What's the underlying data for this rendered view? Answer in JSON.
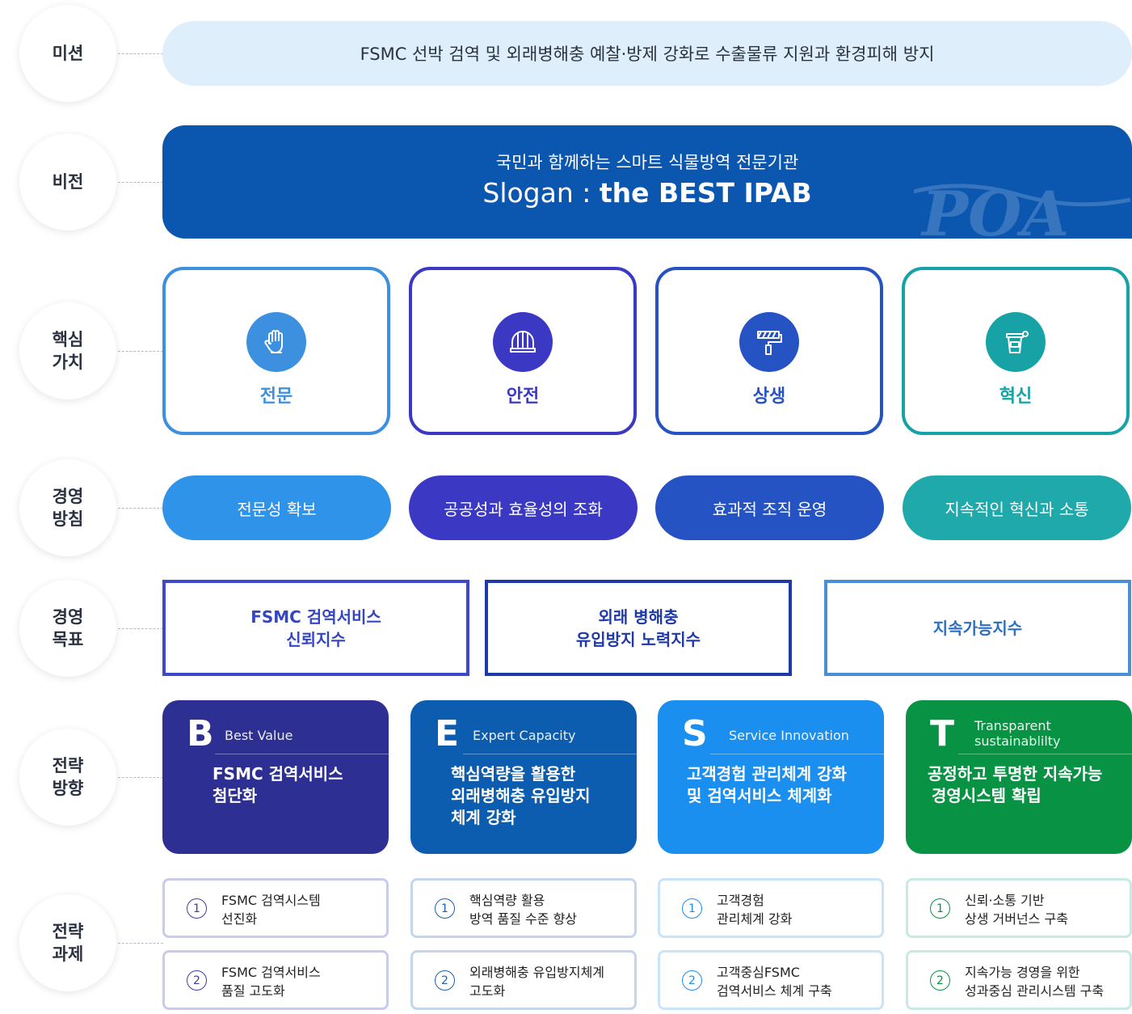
{
  "rows": {
    "mission": [
      "미션"
    ],
    "vision": [
      "비전"
    ],
    "values": [
      "핵심",
      "가치"
    ],
    "policies": [
      "경영",
      "방침"
    ],
    "goals": [
      "경영",
      "목표"
    ],
    "strategy": [
      "전략",
      "방향"
    ],
    "tasks": [
      "전략",
      "과제"
    ]
  },
  "mission_text": "FSMC 선박 검역 및 외래병해충 예찰·방제 강화로 수출물류 지원과 환경피해 방지",
  "vision": {
    "line1": "국민과 함께하는 스마트 식물방역 전문기관",
    "slogan_prefix": "Slogan :",
    "slogan_main": "the BEST IPAB",
    "watermark": "POA"
  },
  "values": [
    {
      "label": "전문",
      "icon": "gloves-icon",
      "color": "#3d8fe0"
    },
    {
      "label": "안전",
      "icon": "helmet-icon",
      "color": "#3b38c4"
    },
    {
      "label": "상생",
      "icon": "paint-roller-icon",
      "color": "#2553c4"
    },
    {
      "label": "혁신",
      "icon": "bucket-icon",
      "color": "#17a3a5"
    }
  ],
  "policies": [
    {
      "label": "전문성 확보",
      "color": "#3093ea"
    },
    {
      "label": "공공성과 효율성의 조화",
      "color": "#3b38c4"
    },
    {
      "label": "효과적 조직 운영",
      "color": "#2553c4"
    },
    {
      "label": "지속적인 혁신과 소통",
      "color": "#1fa9aa"
    }
  ],
  "goals": [
    {
      "lines": [
        "FSMC 검역서비스",
        "신뢰지수"
      ],
      "color": "#3f48cc",
      "text": "#3546c2"
    },
    {
      "lines": [
        "외래 병해충",
        "유입방지 노력지수"
      ],
      "color": "#1f3aa8",
      "text": "#1f3aa8"
    },
    {
      "lines": [
        "지속가능지수"
      ],
      "color": "#4b8ed6",
      "text": "#2f6fbf"
    }
  ],
  "strategy": [
    {
      "letter": "B",
      "en": [
        "Best Value"
      ],
      "desc": [
        "FSMC 검역서비스",
        "첨단화"
      ],
      "color": "#2d3092"
    },
    {
      "letter": "E",
      "en": [
        "Expert Capacity"
      ],
      "desc": [
        "핵심역량을 활용한",
        "외래병해충 유입방지",
        "체계 강화"
      ],
      "color": "#0c5cb0"
    },
    {
      "letter": "S",
      "en": [
        "Service Innovation"
      ],
      "desc": [
        "고객경험 관리체계 강화",
        "및 검역서비스 체계화"
      ],
      "color": "#1b8ff0"
    },
    {
      "letter": "T",
      "en": [
        "Transparent",
        "sustainablilty"
      ],
      "desc": [
        "공정하고 투명한 지속가능",
        "경영시스템 확립"
      ],
      "color": "#079343"
    }
  ],
  "tasks": [
    {
      "border": "#c9cbee",
      "num": "#3d3fa8",
      "items": [
        {
          "n": "1",
          "lines": [
            "FSMC 검역시스템",
            "선진화"
          ]
        },
        {
          "n": "2",
          "lines": [
            "FSMC 검역서비스",
            "품질 고도화"
          ]
        }
      ]
    },
    {
      "border": "#c3d6ec",
      "num": "#1f5fae",
      "items": [
        {
          "n": "1",
          "lines": [
            "핵심역량 활용",
            "방역 품질 수준 향상"
          ]
        },
        {
          "n": "2",
          "lines": [
            "외래병해충 유입방지체계",
            "고도화"
          ]
        }
      ]
    },
    {
      "border": "#c9e3f8",
      "num": "#1b8ff0",
      "items": [
        {
          "n": "1",
          "lines": [
            "고객경험",
            "관리체계 강화"
          ]
        },
        {
          "n": "2",
          "lines": [
            "고객중심FSMC",
            "검역서비스 체계 구축"
          ]
        }
      ]
    },
    {
      "border": "#c7ebe4",
      "num": "#079343",
      "items": [
        {
          "n": "1",
          "lines": [
            "신뢰·소통 기반",
            "상생 거버넌스 구축"
          ]
        },
        {
          "n": "2",
          "lines": [
            "지속가능 경영을 위한",
            "성과중심 관리시스템 구축"
          ]
        }
      ]
    }
  ]
}
